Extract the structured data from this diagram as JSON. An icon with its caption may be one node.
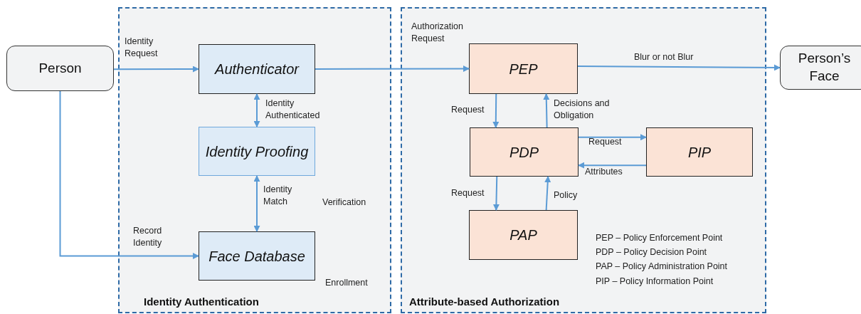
{
  "diagram": {
    "nodes": [
      {
        "text": [
          "Person"
        ]
      },
      {
        "text": [
          "Identity Authentication"
        ]
      },
      {
        "text": [
          "Authenticator"
        ],
        "in": 1
      },
      {
        "text": [
          "Identity Proofing"
        ],
        "in": 1
      },
      {
        "text": [
          "Face Database"
        ],
        "in": 1
      },
      {
        "text": [
          "Attribute-based Authorization"
        ]
      },
      {
        "text": [
          "PEP"
        ],
        "in": 5
      },
      {
        "text": [
          "PDP"
        ],
        "in": 5
      },
      {
        "text": [
          "PIP"
        ],
        "in": 5
      },
      {
        "text": [
          "PAP"
        ],
        "in": 5
      },
      {
        "text": [
          "Person’s Face"
        ]
      }
    ],
    "edges": [
      {
        "from": 0,
        "to": 2,
        "arrow": "to",
        "label": "Identity Request"
      },
      {
        "from": 2,
        "to": 3,
        "arrow": "both",
        "label": "Identity Authenticated"
      },
      {
        "from": 3,
        "to": 4,
        "arrow": "both",
        "label": "Identity Match"
      },
      {
        "from": 0,
        "to": 4,
        "arrow": "to",
        "label": "Record Identity"
      },
      {
        "from": 2,
        "to": 6,
        "arrow": "to",
        "label": "Authorization Request"
      },
      {
        "from": 6,
        "to": 10,
        "arrow": "to",
        "label": "Blur or not Blur"
      },
      {
        "from": 6,
        "to": 7,
        "arrow": "to",
        "label": "Request"
      },
      {
        "from": 7,
        "to": 6,
        "arrow": "to",
        "label": "Decisions and Obligation"
      },
      {
        "from": 7,
        "to": 8,
        "arrow": "to",
        "label": "Request"
      },
      {
        "from": 8,
        "to": 7,
        "arrow": "to",
        "label": "Attributes"
      },
      {
        "from": 7,
        "to": 9,
        "arrow": "to",
        "label": "Request"
      },
      {
        "from": 9,
        "to": 7,
        "arrow": "to",
        "label": "Policy"
      }
    ],
    "labels": [
      "Verification",
      "Enrollment",
      "PEP – Policy Enforcement Point",
      "PDP – Policy Decision Point",
      "PAP – Policy Administration Point",
      "PIP – Policy Information Point"
    ]
  }
}
